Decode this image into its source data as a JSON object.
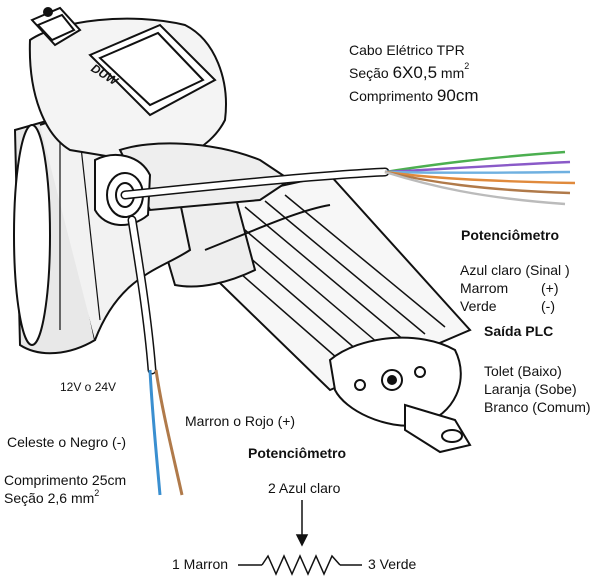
{
  "cable": {
    "title": "Cabo Elétrico TPR",
    "section_prefix": "Seção ",
    "section_value": "6X0,5",
    "section_unit": " mm",
    "section_sup": "2",
    "length_prefix": "Comprimento ",
    "length_value": "90cm"
  },
  "feedback_group": {
    "title": "Potenciômetro",
    "rows": [
      {
        "name": "Azul claro",
        "value": "(Sinal )"
      },
      {
        "name": "Marrom",
        "value": "(+)"
      },
      {
        "name": "Verde",
        "value": "(-)"
      }
    ]
  },
  "plc_group": {
    "title": "Saída PLC",
    "rows": [
      "Tolet (Baixo)",
      "Laranja (Sobe)",
      "Branco (Comum)"
    ]
  },
  "motor": {
    "voltage": "12V o 24V",
    "brand": "DUW"
  },
  "power_wires": {
    "neg_label": "Celeste o Negro (-)",
    "pos_label": "Marron o Rojo (+)",
    "length": "Comprimento 25cm",
    "section_prefix": "Seção 2,6 mm",
    "section_sup": "2"
  },
  "pot_schematic": {
    "title": "Potenciômetro",
    "wiper_label": "2 Azul claro",
    "left_label": "1 Marron",
    "right_label": "3 Verde"
  },
  "colors": {
    "wire_brown": "#b07a4a",
    "wire_blue": "#3a8fd0",
    "wire_orange": "#e08a3c",
    "wire_green": "#4caf50",
    "wire_purple": "#8a5ac8",
    "wire_lightblue": "#6fb0e0",
    "outline": "#111111"
  }
}
